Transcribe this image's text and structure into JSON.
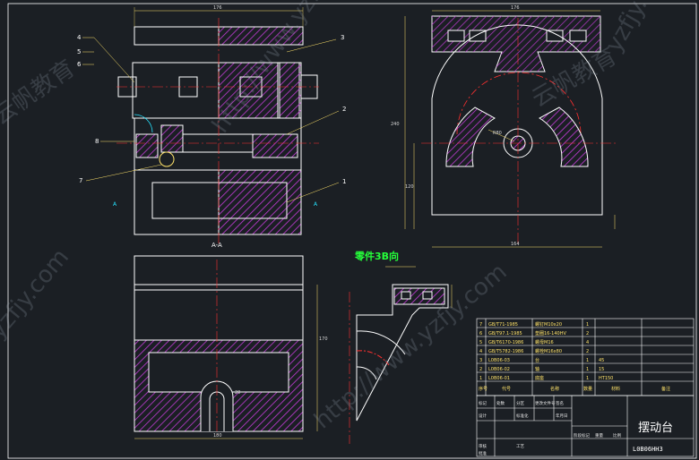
{
  "views": {
    "top_dim": "176",
    "aa_label": "A-A",
    "section_a_left": "A",
    "section_a_right": "A",
    "view_b_title": "零件3B向",
    "balloons": [
      "4",
      "5",
      "6",
      "3",
      "2",
      "7",
      "8",
      "1"
    ]
  },
  "right_view_dims": {
    "top": "176",
    "mid": "164",
    "height_left": "240",
    "height_inner": "120",
    "radius": "R80"
  },
  "aa_dims": {
    "bottom": "180",
    "right": "170",
    "left_top": "20"
  },
  "bom": {
    "rows": [
      {
        "no": "7",
        "code": "GB/T71-1985",
        "name": "螺钉M10x20",
        "qty": "1",
        "mat": ""
      },
      {
        "no": "6",
        "code": "GB/T97.1-1985",
        "name": "垫圈16-140HV",
        "qty": "2",
        "mat": ""
      },
      {
        "no": "5",
        "code": "GB/T6170-1986",
        "name": "螺母M16",
        "qty": "4",
        "mat": ""
      },
      {
        "no": "4",
        "code": "GB/T5782-1986",
        "name": "螺栓M16x80",
        "qty": "2",
        "mat": ""
      },
      {
        "no": "3",
        "code": "L0B06-03",
        "name": "台",
        "qty": "1",
        "mat": "45"
      },
      {
        "no": "2",
        "code": "L0B06-02",
        "name": "轴",
        "qty": "1",
        "mat": "15"
      },
      {
        "no": "1",
        "code": "L0B06-01",
        "name": "底座",
        "qty": "1",
        "mat": "HT150"
      }
    ],
    "headers": {
      "no": "序号",
      "code": "代号",
      "name": "名称",
      "qty": "数量",
      "mat": "材料",
      "remark": "备注"
    }
  },
  "title_block": {
    "title": "摆动台",
    "drawing_no": "L0B06HH3",
    "labels": [
      "标记",
      "处数",
      "分区",
      "更改文件号",
      "签名",
      "年月日"
    ],
    "labels2": [
      "设计",
      "标准化",
      "阶段标记",
      "重量",
      "比例"
    ],
    "labels3": [
      "审核",
      "工艺",
      "批准"
    ]
  },
  "watermarks": [
    "http://www.yzfjy.com",
    "云帆教育",
    "yzfjy.com",
    "云帆教育"
  ]
}
